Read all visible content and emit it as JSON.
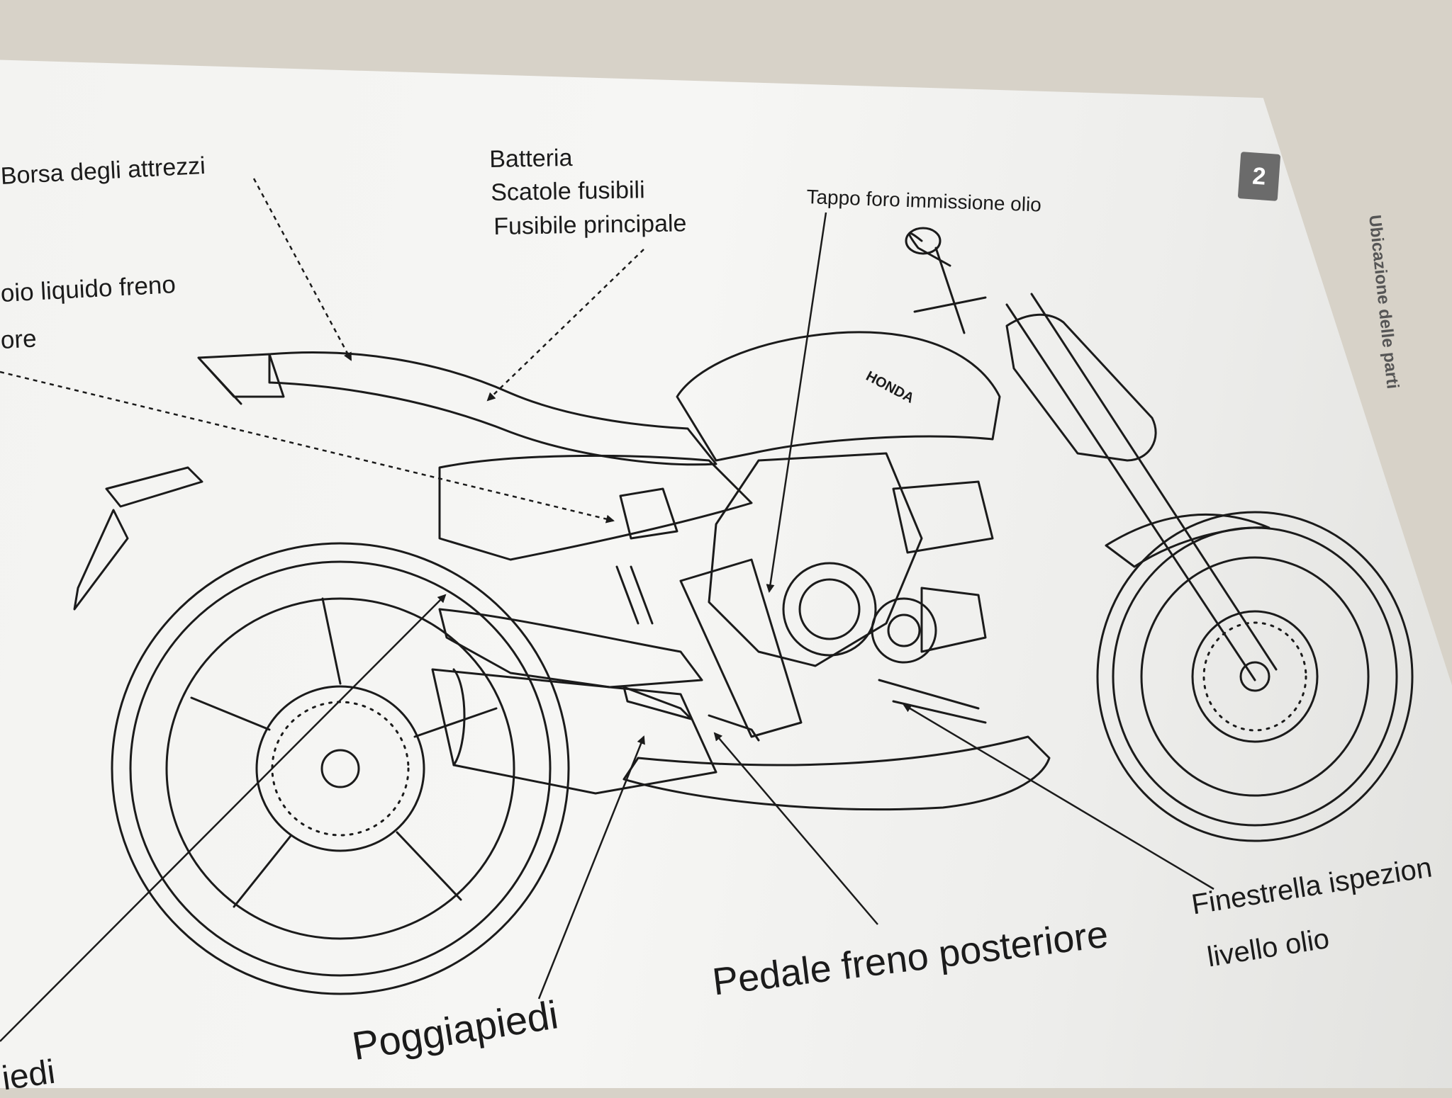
{
  "section": {
    "number": "2",
    "title": "Ubicazione delle parti"
  },
  "labels": {
    "tool_bag": "Borsa degli attrezzi",
    "battery_group": [
      "Batteria",
      "Scatole fusibili",
      "Fusibile principale"
    ],
    "oil_filler_cap": "Tappo foro immissione olio",
    "brake_fluid_reservoir": [
      "oio liquido freno",
      "ore"
    ],
    "footpeg_left": "iedi",
    "footpeg": "Poggiapiedi",
    "rear_brake_pedal": "Pedale freno posteriore",
    "oil_level_window": [
      "Finestrella ispezion",
      "livello olio"
    ]
  },
  "brand_tank": "HONDA",
  "colors": {
    "ink": "#1b1b1b",
    "tab": "#6b6b6b",
    "paper": "#f4f4f2",
    "background": "#d7d2c8"
  }
}
